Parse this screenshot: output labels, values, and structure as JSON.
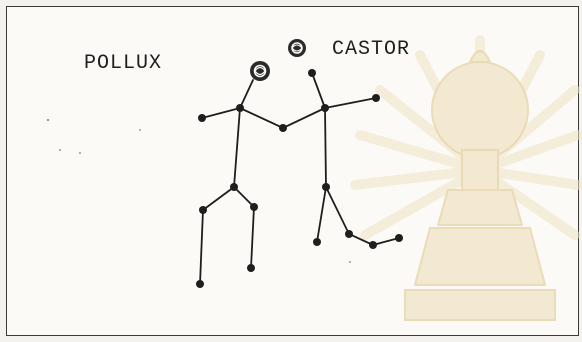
{
  "labels": {
    "pollux": "POLLUX",
    "castor": "CASTOR"
  },
  "colors": {
    "ink": "#1e1e1e",
    "frame": "#3a3a3a",
    "watermark": "#f0e3c4"
  },
  "icons": {
    "pollux_head": "star-head-icon",
    "castor_head": "star-head-icon",
    "watermark": "temple-watermark"
  }
}
